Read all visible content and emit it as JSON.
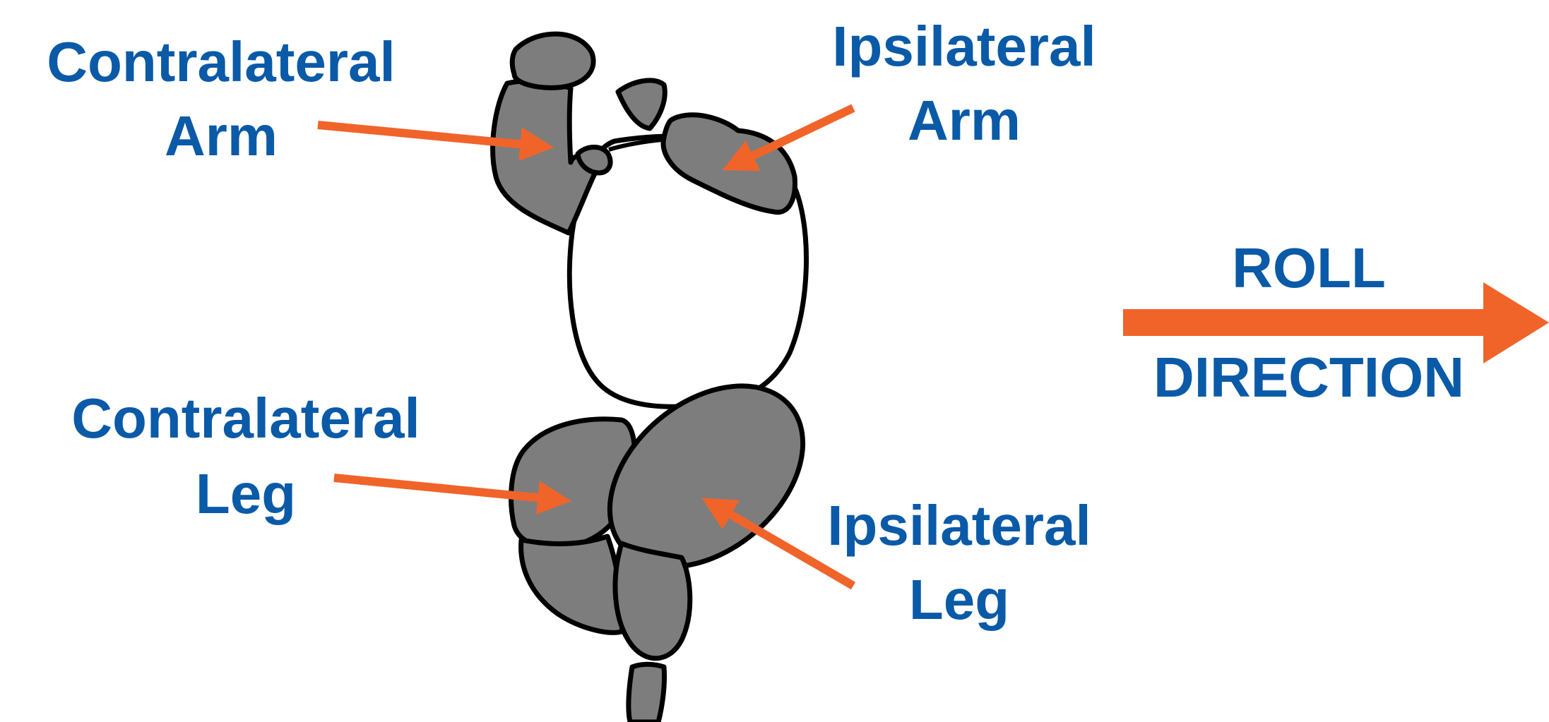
{
  "labels": {
    "contralateral_arm": {
      "line1": "Contralateral",
      "line2": "Arm"
    },
    "ipsilateral_arm": {
      "line1": "Ipsilateral",
      "line2": "Arm"
    },
    "contralateral_leg": {
      "line1": "Contralateral",
      "line2": "Leg"
    },
    "ipsilateral_leg": {
      "line1": "Ipsilateral",
      "line2": "Leg"
    },
    "roll_direction": {
      "line1": "ROLL",
      "line2": "DIRECTION"
    }
  },
  "colors": {
    "label_text": "#0a5aa8",
    "arrow": "#f0642a",
    "limb_fill": "#7d7d7d",
    "outline": "#000000"
  }
}
